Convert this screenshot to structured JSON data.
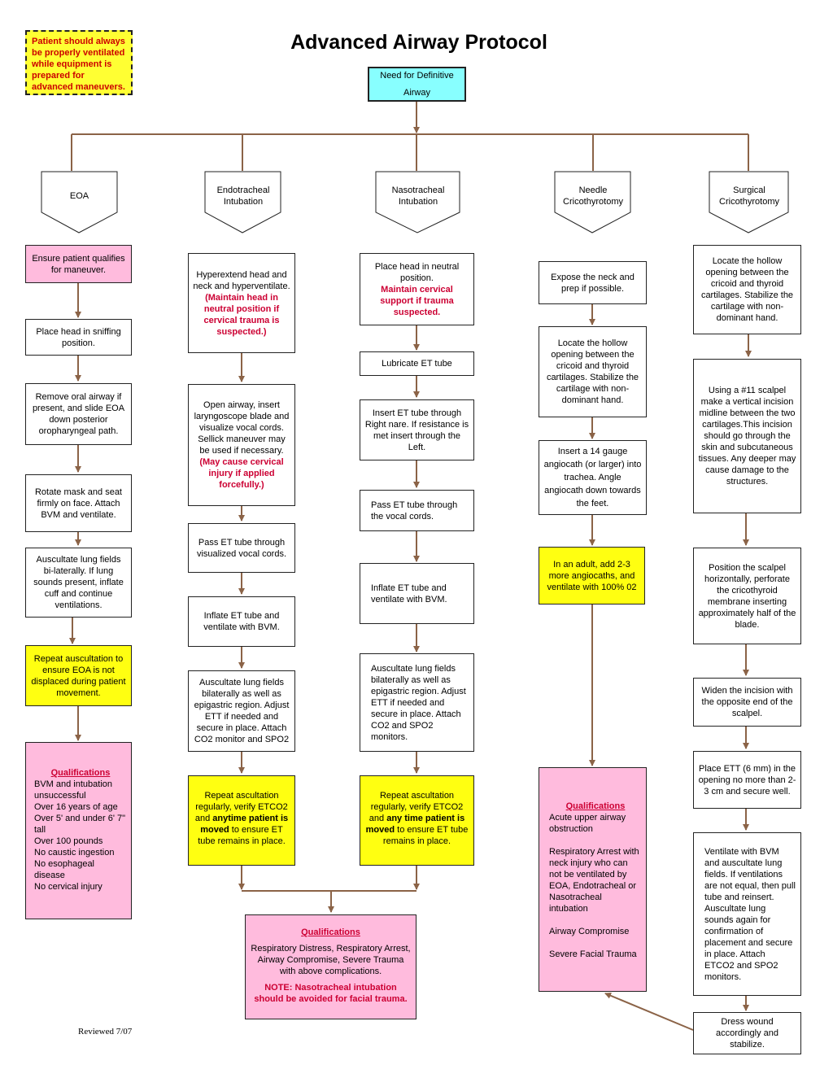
{
  "title": "Advanced Airway Protocol",
  "warning_note": "Patient should always be properly ventilated while equipment is prepared for advanced maneuvers.",
  "start_node": "Need for Definitive Airway",
  "columns": {
    "eoa": {
      "header": "EOA",
      "steps": [
        "Ensure patient qualifies for maneuver.",
        "Place head in sniffing position.",
        "Remove oral airway if present, and slide EOA down posterior oropharyngeal path.",
        "Rotate mask and seat firmly on face. Attach BVM and ventilate.",
        "Auscultate lung fields bi-laterally. If lung sounds present, inflate cuff and continue ventilations.",
        "Repeat auscultation to ensure EOA is not displaced during patient movement."
      ],
      "qualifications": {
        "heading": "Qualifications",
        "items": [
          "BVM and intubation unsuccessful",
          "Over 16 years of age",
          "Over 5' and under 6' 7\" tall",
          "Over 100 pounds",
          "No caustic ingestion",
          "No esophageal disease",
          "No cervical injury"
        ]
      }
    },
    "endotracheal": {
      "header": "Endotracheal Intubation",
      "step1": {
        "text": "Hyperextend head and neck and hyperventilate.",
        "warning": "(Maintain head in neutral position if cervical trauma is suspected.)"
      },
      "step2": {
        "text": "Open airway, insert laryngoscope blade and visualize vocal cords. Sellick maneuver may be used if necessary.",
        "warning": "(May cause cervical injury if applied forcefully.)"
      },
      "step3": "Pass ET tube through visualized vocal cords.",
      "step4": "Inflate ET tube and ventilate with BVM.",
      "step5": "Auscultate lung fields bilaterally as well as epigastric region. Adjust ETT if needed and secure in place. Attach CO2 monitor and SPO2",
      "repeat": {
        "a": "Repeat ascultation regularly, verify ETCO2 and",
        "b": "anytime patient is moved",
        "c": "to ensure ET tube remains in place."
      }
    },
    "nasotracheal": {
      "header": "Nasotracheal Intubation",
      "step1": {
        "text": "Place head in neutral position.",
        "warning": "Maintain cervical support if trauma suspected."
      },
      "step2": "Lubricate ET tube",
      "step3": "Insert ET tube through Right nare. If resistance is met insert through the Left.",
      "step4": "Pass ET tube through the vocal cords.",
      "step5": "Inflate ET tube and ventilate with BVM.",
      "step6": "Auscultate lung fields bilaterally as well as epigastric region. Adjust ETT if needed and secure in place. Attach CO2 and SPO2 monitors.",
      "repeat": {
        "a": "Repeat ascultation regularly, verify ETCO2 and",
        "b": "any time patient is moved",
        "c": "to ensure ET tube remains in place."
      }
    },
    "needle": {
      "header": "Needle Cricothyrotomy",
      "steps": [
        "Expose the neck and prep if possible.",
        "Locate the hollow opening between the cricoid and thyroid cartilages. Stabilize the cartilage with non-dominant hand.",
        "Insert a 14 gauge angiocath (or larger) into trachea. Angle angiocath down towards the feet.",
        "In an adult, add 2-3 more angiocaths, and ventilate with 100% 02"
      ],
      "qualifications": {
        "heading": "Qualifications",
        "items": [
          "Acute upper airway obstruction",
          "Respiratory Arrest with neck injury who can not be ventilated by EOA, Endotracheal or Nasotracheal intubation",
          "Airway Compromise",
          "Severe Facial Trauma"
        ]
      }
    },
    "surgical": {
      "header": "Surgical Cricothyrotomy",
      "steps": [
        "Locate the hollow opening between the cricoid and thyroid cartilages. Stabilize the cartilage with non-dominant hand.",
        "Using a #11 scalpel make a vertical incision midline between the two cartilages.This incision should go through the skin and subcutaneous tissues. Any deeper may cause damage to the structures.",
        "Position the scalpel horizontally, perforate the cricothyroid membrane inserting approximately half of the blade.",
        "Widen the incision with the opposite end of the scalpel.",
        "Place ETT (6 mm) in the opening no more than 2-3 cm and secure well.",
        "Ventilate with BVM and auscultate lung fields. If ventilations are not equal, then pull tube and reinsert. Auscultate lung sounds again for confirmation of placement and secure in place. Attach ETCO2 and SPO2 monitors.",
        "Dress wound accordingly and stabilize."
      ]
    }
  },
  "intubation_qualifications": {
    "heading": "Qualifications",
    "text": "Respiratory Distress, Respiratory Arrest, Airway Compromise, Severe Trauma with above complications.",
    "note": "NOTE: Nasotracheal intubation should be avoided for facial trauma."
  },
  "footer": "Reviewed 7/07",
  "colors": {
    "arrow": "#8b6347",
    "pink": "#ffbbdd",
    "yellow": "#ffff11",
    "cyan": "#88ffff",
    "warning_red": "#cc0033"
  }
}
